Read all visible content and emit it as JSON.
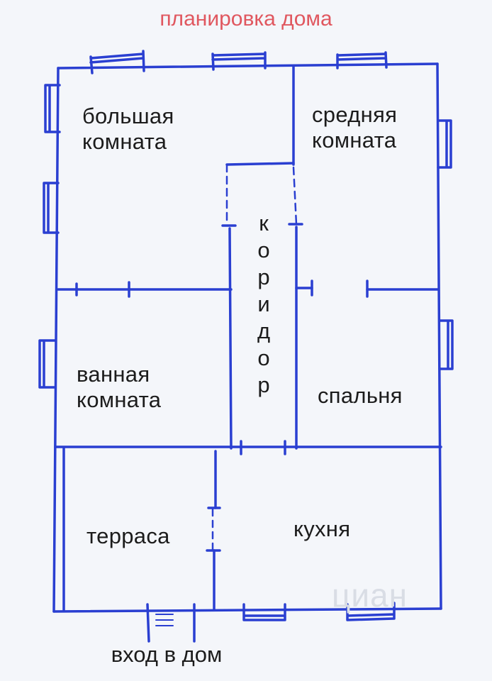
{
  "title": "планировка дома",
  "rooms": {
    "big_room": [
      "большая",
      "комната"
    ],
    "middle_room": [
      "средняя",
      "комната"
    ],
    "bathroom": [
      "ванная",
      "комната"
    ],
    "bedroom": "спальня",
    "terrace": "терраса",
    "kitchen": "кухня",
    "corridor": [
      "к",
      "о",
      "р",
      "и",
      "д",
      "о",
      "р"
    ]
  },
  "entrance": "вход в дом",
  "watermark": "циан",
  "colors": {
    "wall": "#2a3fd1",
    "title": "#e0575f",
    "text": "#1c1c1c",
    "background": "#f4f6fa"
  }
}
